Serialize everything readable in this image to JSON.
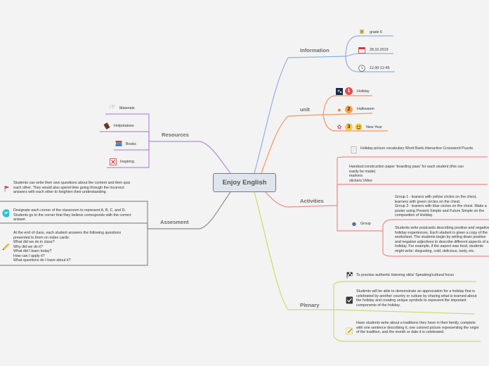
{
  "central": "Enjoy English",
  "information": {
    "label": "Information",
    "items": [
      {
        "text": "grade 6",
        "icon": "school-building-icon"
      },
      {
        "text": "28.10.2019",
        "icon": "calendar-icon"
      },
      {
        "text": "12.00-12-45",
        "icon": "clock-icon"
      }
    ]
  },
  "unit": {
    "label": "unit",
    "items": [
      {
        "text": "Holiday",
        "badge": "1",
        "icon": "fireworks-icon"
      },
      {
        "text": "Halloween",
        "badge": "2",
        "icon": "pumpkin-icon"
      },
      {
        "text": "New Year",
        "badge": "3",
        "icon": "flower-icon"
      }
    ]
  },
  "activities": {
    "label": "Activities",
    "item1": "Holiday-picture vocabulary Word Bank.Interactive Crossword Puzzle.",
    "item2": "Handout:construction paper 'boarding pass' for each student (this can easily be made)\nmarkers\nstickers.Video",
    "group_label": "Group",
    "group_text1": "Group 1 - leaners with yellow circles on the chest, learners with green circles on the chest.\nGroup 3 - leaners with blue circles on the chest. Make a poster using Present Simple and Future Simple on the composition of Holiday.",
    "group_text2": "Students write postcards describing positive and negative holiday experiences. Each student is given a copy of the worksheet. The students begin by writing down positive and negative adjectives to describe different aspects of a holiday. For example, if the aspect was food, students might write: disgusting, cold, delicious, tasty, etc."
  },
  "plenary": {
    "label": "Plenary",
    "items": [
      {
        "text": "To practise authentic listening skils/ Speaking/cultural focus",
        "icon": "checkered-flag-icon"
      },
      {
        "text": "Students will be able to demonstrate an appreciation for a holiday that is celebrated by another country or culture by sharing what is learned about the holiday and creating unique symbols to represent the important components of the holiday.",
        "icon": "checkbox-icon"
      },
      {
        "text": "Have students write about a traditions  they have in their family, complete with one sentence describing it, one colored picture representing the origin of the tradition, and the month or date it is celebrated.",
        "icon": "pencil-note-icon"
      }
    ]
  },
  "resources": {
    "label": "Resources",
    "items": [
      {
        "text": "Materials",
        "icon": "pointing-hand-icon"
      },
      {
        "text": "Hotpotatoes",
        "icon": "chocolate-icon"
      },
      {
        "text": "Books",
        "icon": "books-icon"
      },
      {
        "text": "Inspiring",
        "icon": "cross-box-icon"
      }
    ]
  },
  "assesment": {
    "label": "Assesment",
    "items": [
      {
        "text": "Students can write their own questions about the content and then quiz each other. They would also spend time going through the incorrect answers with each other to heighten their understanding.",
        "icon": "red-flag-icon"
      },
      {
        "text": "Designate each corner of the classroom to represent A, B, C, and D. Students go to the corner that they believe corresponds with the correct answer.",
        "icon": "speech-bubble-icon"
      },
      {
        "text": "At the end of class, each student answers the following questions presented to them on index cards:\nWhat did we do in class?\nWhy did we do it?\nWhat did I learn today?\nHow can I apply it?\nWhat questions do I have about it?",
        "icon": "pencil-icon"
      }
    ]
  },
  "colors": {
    "information": "#8fb0e6",
    "unit": "#f6955f",
    "activities": "#ef8a8a",
    "plenary": "#c3e06a",
    "resources": "#b58be5",
    "assesment": "#8d8d8d"
  }
}
